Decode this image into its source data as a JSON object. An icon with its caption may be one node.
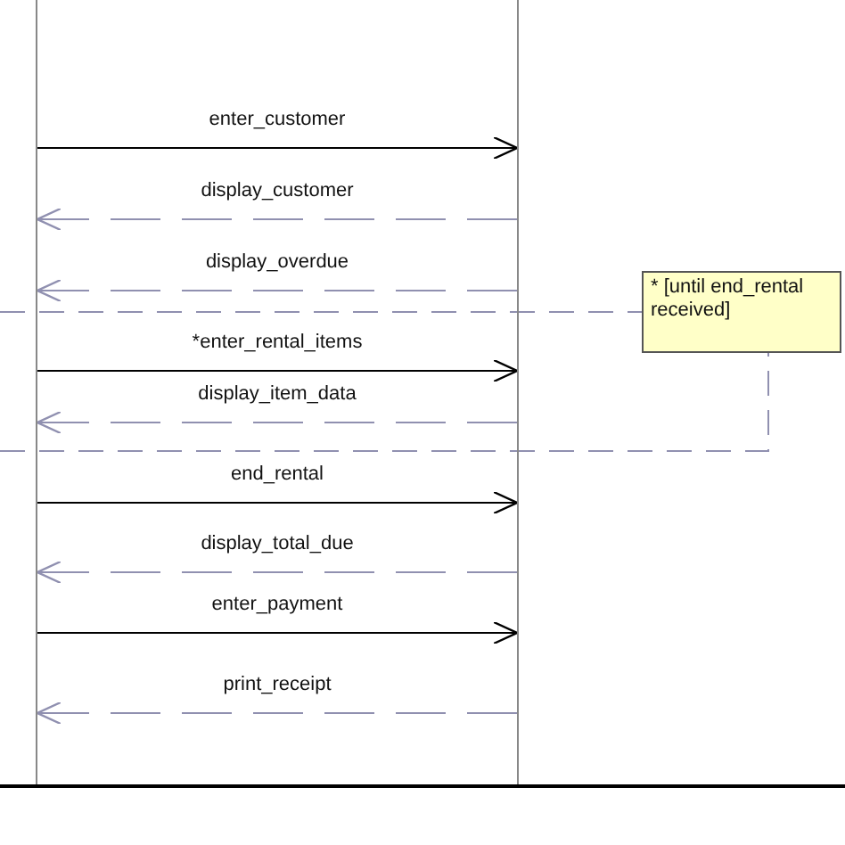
{
  "diagram": {
    "nodes": [
      {
        "text": [],
        "shape": "bar"
      },
      {
        "text": [],
        "shape": "bar"
      },
      {
        "text": [
          "* [until end_rental received]"
        ]
      }
    ],
    "edges": [
      {
        "from": 0,
        "to": 1,
        "arrow": "to",
        "label": "enter_customer",
        "color": "#000000"
      },
      {
        "from": 1,
        "to": 0,
        "arrow": "to",
        "label": "display_customer",
        "style": "dashed"
      },
      {
        "from": 1,
        "to": 0,
        "arrow": "to",
        "label": "display_overdue",
        "style": "dashed"
      },
      {
        "from": 0,
        "to": 1,
        "arrow": "to",
        "label": "*enter_rental_items",
        "color": "#000000"
      },
      {
        "from": 1,
        "to": 0,
        "arrow": "to",
        "label": "display_item_data",
        "style": "dashed"
      },
      {
        "from": 0,
        "to": 1,
        "arrow": "to",
        "label": "end_rental",
        "color": "#000000"
      },
      {
        "from": 1,
        "to": 0,
        "arrow": "to",
        "label": "display_total_due",
        "style": "dashed"
      },
      {
        "from": 0,
        "to": 1,
        "arrow": "to",
        "label": "enter_payment",
        "color": "#000000"
      },
      {
        "from": 1,
        "to": 0,
        "arrow": "to",
        "label": "print_receipt",
        "style": "dashed"
      }
    ]
  }
}
